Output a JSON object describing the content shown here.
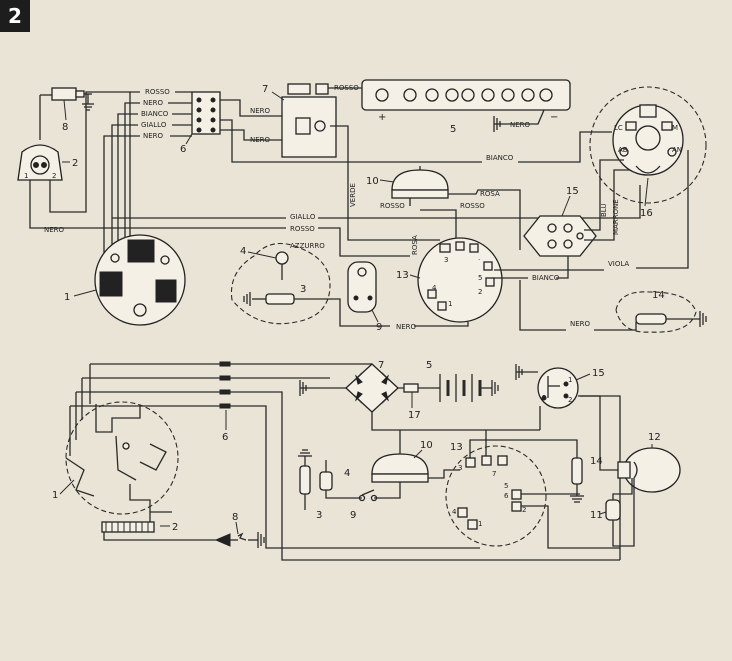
{
  "figure_number": "2",
  "wire_colors": {
    "rosso": "ROSSO",
    "nero": "NERO",
    "bianco": "BIANCO",
    "giallo": "GIALLO",
    "verde": "VERDE",
    "rosa": "ROSA",
    "azzurro": "AZZURRO",
    "blu": "BLU",
    "marrone": "MARRONE",
    "viola": "VIOLA"
  },
  "component_numbers": {
    "c1": "1",
    "c2": "2",
    "c3": "3",
    "c4": "4",
    "c5": "5",
    "c6": "6",
    "c7": "7",
    "c8": "8",
    "c9": "9",
    "c10": "10",
    "c11": "11",
    "c12": "12",
    "c13": "13",
    "c14": "14",
    "c15": "15",
    "c16": "16",
    "c17": "17"
  },
  "terminal_labels": {
    "lc": "LC",
    "m": "M",
    "ab": "AB",
    "an": "AN",
    "plus": "+",
    "minus": "−",
    "p1": "1",
    "p2": "2",
    "p3": "3",
    "p4": "4",
    "p5": "5",
    "p6": "6",
    "p7": "7",
    "pdot": "·"
  }
}
